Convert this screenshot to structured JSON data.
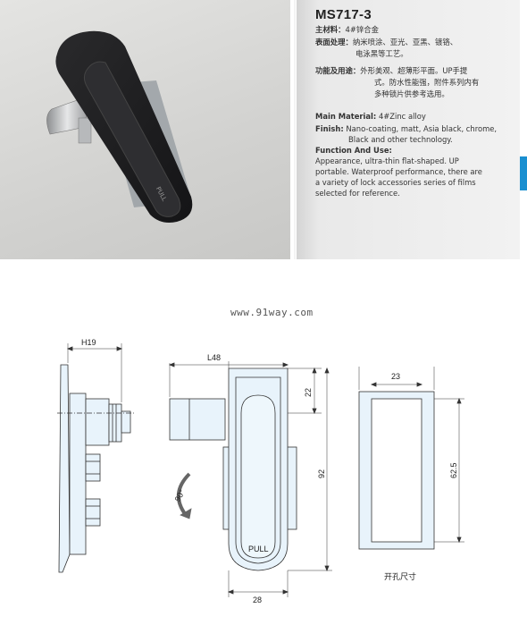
{
  "product": {
    "model": "MS717-3",
    "cn": {
      "material_label": "主材料：",
      "material_value": "4#锌合金",
      "finish_label": "表面处理：",
      "finish_line1": "纳米喷涂、亚光、亚黑、镀铬、",
      "finish_line2": "电泳黑等工艺。",
      "function_label": "功能及用途：",
      "function_line1": "外形美观、超薄形平面。UP手提",
      "function_line2": "式。防水性能强，附件系列内有",
      "function_line3": "多种锁片供参考选用。"
    },
    "en": {
      "material_label": "Main Material:",
      "material_value": "4#Zinc alloy",
      "finish_label": "Finish:",
      "finish_line1": "Nano-coating, matt, Asia black, chrome,",
      "finish_line2": "Black and other technology.",
      "function_label": "Function And Use:",
      "function_line1": "Appearance,  ultra-thin  flat-shaped.  UP",
      "function_line2": "portable.  Waterproof performance, there are",
      "function_line3": "a variety of lock accessories series of films",
      "function_line4": "selected for reference."
    }
  },
  "website": "www.91way.com",
  "drawing": {
    "dim_h19": "H19",
    "dim_l48": "L48",
    "dim_22": "22",
    "dim_92": "92",
    "dim_28": "28",
    "dim_23": "23",
    "dim_62_5": "62.5",
    "rotation": "90°",
    "handle_text": "PULL",
    "cutout_caption": "开孔尺寸"
  },
  "photo": {
    "engraving": "PULL"
  },
  "colors": {
    "accent_tab": "#1a8fd0",
    "handle_black": "#1c1c1e",
    "drawing_blue": "#e8f3fb"
  }
}
